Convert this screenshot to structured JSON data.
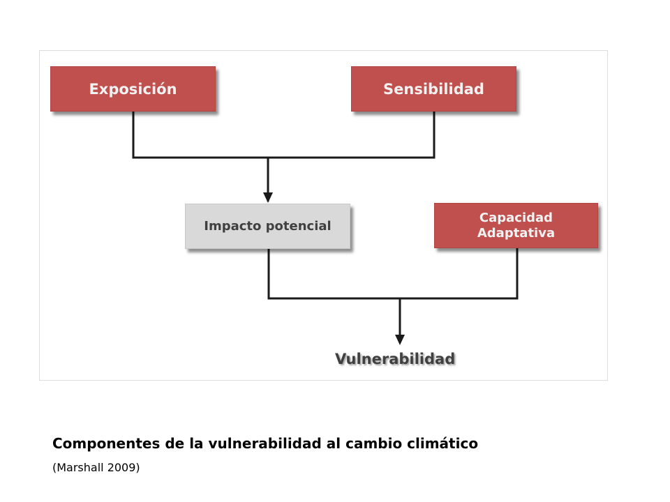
{
  "diagram": {
    "nodes": {
      "exposicion": "Exposición",
      "sensibilidad": "Sensibilidad",
      "impacto": "Impacto potencial",
      "capacidad_line1": "Capacidad",
      "capacidad_line2": "Adaptativa",
      "vulnerabilidad": "Vulnerabilidad"
    },
    "edges": [
      {
        "from": [
          "Exposición",
          "Sensibilidad"
        ],
        "to": "Impacto potencial"
      },
      {
        "from": [
          "Impacto potencial",
          "Capacidad Adaptativa"
        ],
        "to": "Vulnerabilidad"
      }
    ]
  },
  "caption": {
    "title": "Componentes de la vulnerabilidad al cambio climático",
    "source": "(Marshall 2009)"
  },
  "colors": {
    "box_red": "#c0504d",
    "box_grey": "#d9d9d9",
    "text_light": "#f2f2f2",
    "text_dark": "#404040",
    "connector": "#1a1a1a"
  }
}
